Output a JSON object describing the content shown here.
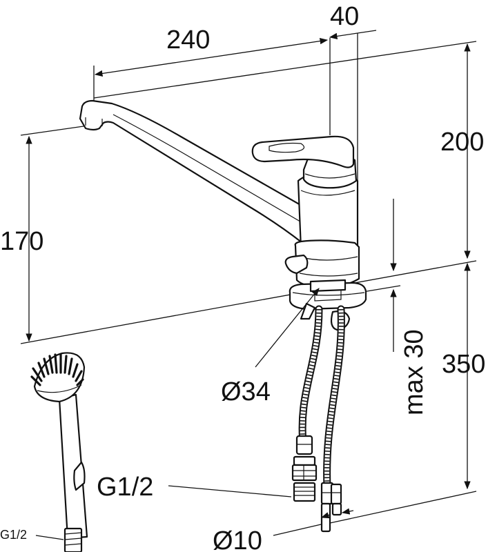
{
  "drawing": {
    "dimensions": {
      "spout_reach": "240",
      "body_offset": "40",
      "height_above_deck": "200",
      "spout_height": "170",
      "max_deck_thickness": "max 30",
      "hose_length": "350",
      "hole_diameter": "Ø34",
      "pipe_diameter": "Ø10"
    },
    "connections": {
      "hose_thread": "G1/2",
      "shower_thread": "G1/2"
    }
  }
}
